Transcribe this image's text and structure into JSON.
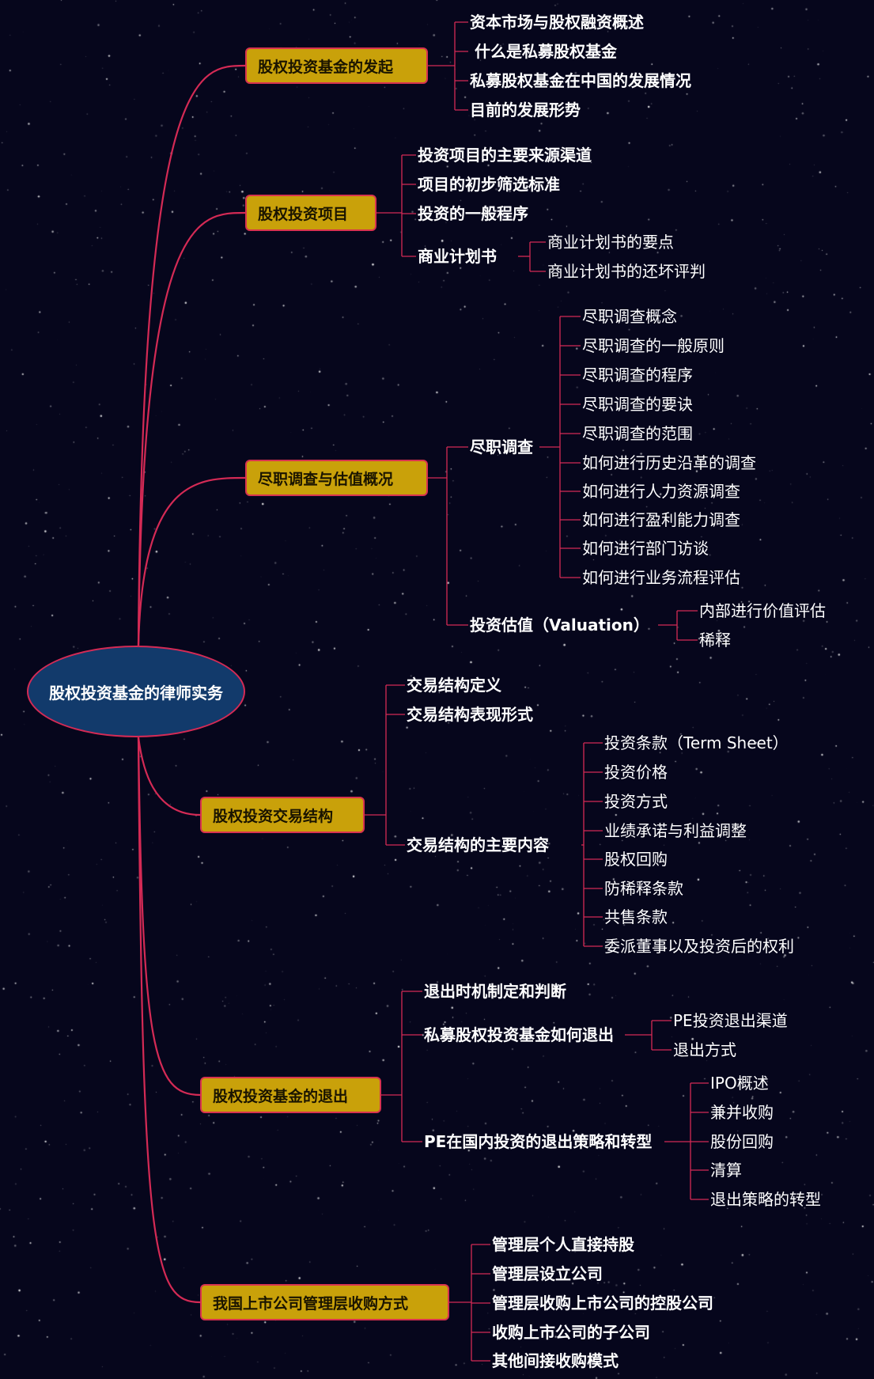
{
  "root": "股权投资基金的律师实务",
  "branches": [
    {
      "label": "股权投资基金的发起",
      "items": [
        "资本市场与股权融资概述",
        "什么是私募股权基金",
        "私募股权基金在中国的发展情况",
        "目前的发展形势"
      ]
    },
    {
      "label": "股权投资项目",
      "items": [
        "投资项目的主要来源渠道",
        "项目的初步筛选标准",
        "投资的一般程序",
        "商业计划书"
      ],
      "sub": {
        "business_plan": [
          "商业计划书的要点",
          "商业计划书的还坏评判"
        ]
      }
    },
    {
      "label": "尽职调查与估值概况",
      "items": [
        "尽职调查",
        "投资估值（Valuation）"
      ],
      "sub": {
        "due_diligence": [
          "尽职调查概念",
          "尽职调查的一般原则",
          "尽职调查的程序",
          "尽职调查的要诀",
          "尽职调查的范围",
          "如何进行历史沿革的调查",
          "如何进行人力资源调查",
          "如何进行盈利能力调查",
          "如何进行部门访谈",
          "如何进行业务流程评估"
        ],
        "valuation": [
          "内部进行价值评估",
          "稀释"
        ]
      }
    },
    {
      "label": "股权投资交易结构",
      "items": [
        "交易结构定义",
        "交易结构表现形式",
        "交易结构的主要内容"
      ],
      "sub": {
        "main_content": [
          "投资条款（Term Sheet）",
          "投资价格",
          "投资方式",
          "业绩承诺与利益调整",
          "股权回购",
          "防稀释条款",
          "共售条款",
          "委派董事以及投资后的权利"
        ]
      }
    },
    {
      "label": "股权投资基金的退出",
      "items": [
        "退出时机制定和判断",
        "私募股权投资基金如何退出",
        "PE在国内投资的退出策略和转型"
      ],
      "sub": {
        "how_exit": [
          "PE投资退出渠道",
          "退出方式"
        ],
        "strategy": [
          "IPO概述",
          "兼并收购",
          "股份回购",
          "清算",
          "退出策略的转型"
        ]
      }
    },
    {
      "label": "我国上市公司管理层收购方式",
      "items": [
        "管理层个人直接持股",
        "管理层设立公司",
        "管理层收购上市公司的控股公司",
        "收购上市公司的子公司",
        "其他间接收购模式"
      ]
    }
  ],
  "colors": {
    "background": "#06061c",
    "line": "#d42a55",
    "branch_fill": "#c9a10a",
    "root_fill": "#123a6b"
  }
}
